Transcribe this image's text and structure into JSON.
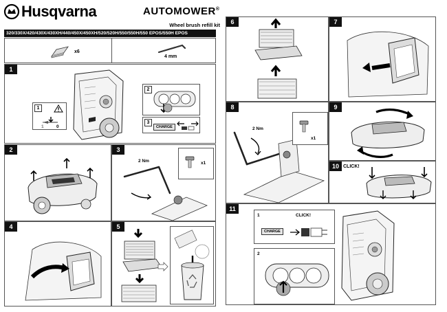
{
  "header": {
    "brand": "Husqvarna",
    "product": "AUTOMOWER",
    "product_mark": "®",
    "kit_title": "Wheel brush refill kit",
    "models": "320/330X/420/430X/430XH/440/450X/450XH/520/520H/550/550H/550 EPOS/550H EPOS"
  },
  "parts": {
    "brush_qty": "x6",
    "key_size": "4 mm"
  },
  "steps": {
    "s1": {
      "num": "1",
      "sub1": "1",
      "sub2": "2",
      "sub3": "3",
      "off_label": "0",
      "on_label": "1",
      "charge": "CHARGE"
    },
    "s2": {
      "num": "2"
    },
    "s3": {
      "num": "3",
      "torque": "2 Nm",
      "qty": "x1"
    },
    "s4": {
      "num": "4"
    },
    "s5": {
      "num": "5"
    },
    "s6": {
      "num": "6"
    },
    "s7": {
      "num": "7"
    },
    "s8": {
      "num": "8",
      "torque": "2 Nm",
      "qty": "x1"
    },
    "s9": {
      "num": "9"
    },
    "s10": {
      "num": "10",
      "click": "CLICK!"
    },
    "s11": {
      "num": "11",
      "sub1": "1",
      "sub2": "2",
      "click": "CLICK!",
      "charge": "CHARGE"
    }
  }
}
